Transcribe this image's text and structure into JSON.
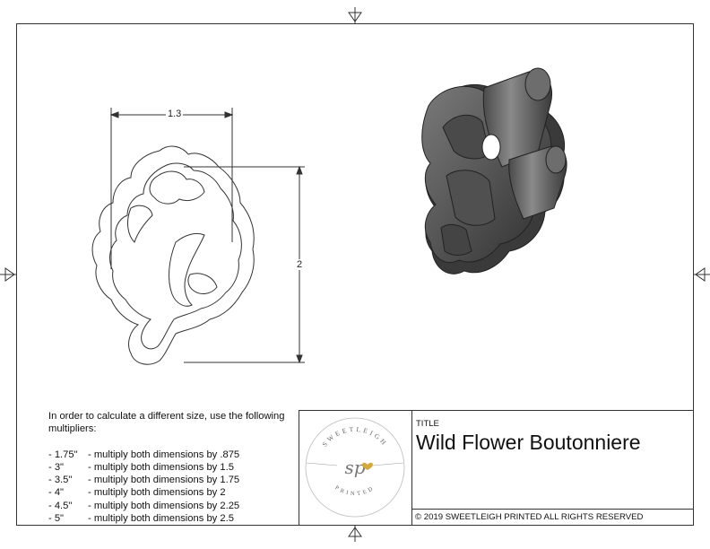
{
  "dimensions": {
    "width_label": "1.3",
    "height_label": "2"
  },
  "instructions": {
    "intro": "In order to calculate a different size, use the following multipliers:",
    "items": [
      {
        "size": "- 1.75\"",
        "text": "- multiply both dimensions by .875"
      },
      {
        "size": "- 3\"",
        "text": "- multiply both dimensions by 1.5"
      },
      {
        "size": "- 3.5\"",
        "text": "- multiply both dimensions by 1.75"
      },
      {
        "size": "- 4\"",
        "text": "- multiply both dimensions by 2"
      },
      {
        "size": "- 4.5\"",
        "text": "- multiply both dimensions by 2.25"
      },
      {
        "size": "- 5\"",
        "text": "- multiply both dimensions by 2.5"
      }
    ]
  },
  "title_block": {
    "label": "TITLE",
    "title": "Wild Flower Boutonniere",
    "copyright": "© 2019  SWEETLEIGH PRINTED  ALL RIGHTS RESERVED"
  },
  "logo": {
    "top_text": "SWEETLEIGH",
    "monogram": "sp",
    "bottom_text": "PRINTED"
  },
  "colors": {
    "line": "#333333",
    "render_body": "#5a5a5a",
    "render_shadow": "#2f2f2f",
    "logo_accent": "#d4a83a"
  }
}
